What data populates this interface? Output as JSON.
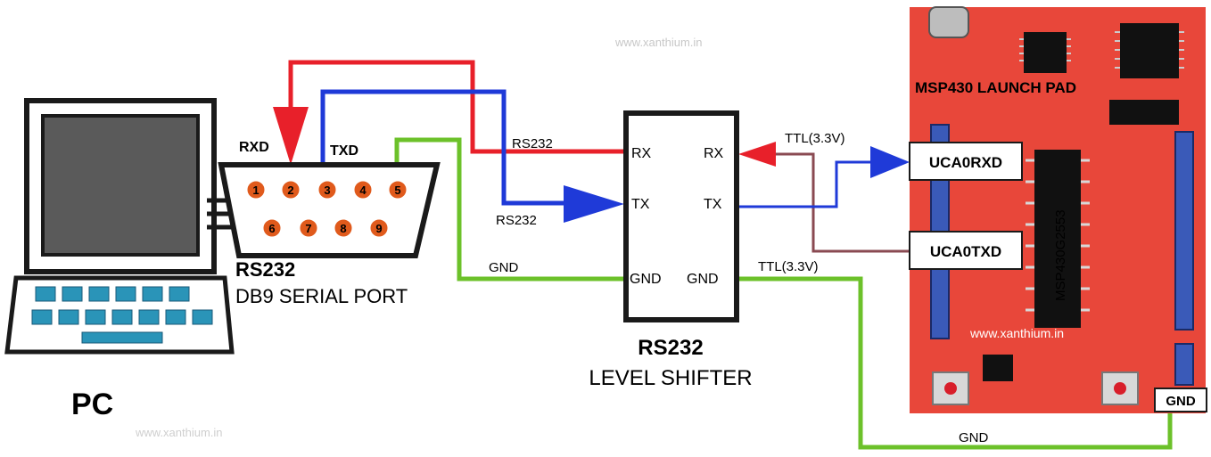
{
  "watermarks": {
    "top": "www.xanthium.in",
    "bottom_left": "www.xanthium.in",
    "board": "www.xanthium.in"
  },
  "pc": {
    "label": "PC",
    "serial_port": {
      "title": "RS232",
      "subtitle": "DB9 SERIAL PORT",
      "pins": [
        "1",
        "2",
        "3",
        "4",
        "5",
        "6",
        "7",
        "8",
        "9"
      ],
      "rxd_label": "RXD",
      "txd_label": "TXD"
    }
  },
  "shifter": {
    "title": "RS232",
    "subtitle": "LEVEL SHIFTER",
    "left_pins": {
      "rx": "RX",
      "tx": "TX",
      "gnd": "GND"
    },
    "right_pins": {
      "rx": "RX",
      "tx": "TX",
      "gnd": "GND"
    }
  },
  "wires": {
    "rs232_rx": "RS232",
    "rs232_tx": "RS232",
    "gnd_left": "GND",
    "ttl_rx": "TTL(3.3V)",
    "ttl_gnd": "TTL(3.3V)",
    "gnd_bottom": "GND"
  },
  "launchpad": {
    "title": "MSP430 LAUNCH PAD",
    "chip": "MSP430G2553",
    "uca0rxd": "UCA0RXD",
    "uca0txd": "UCA0TXD",
    "gnd": "GND"
  },
  "colors": {
    "red_wire": "#e8202a",
    "blue_wire": "#1f3ad8",
    "green_wire": "#6cc12a",
    "brown_wire": "#8a4a52",
    "board": "#e8473a",
    "pin_orange": "#e05a1c"
  }
}
